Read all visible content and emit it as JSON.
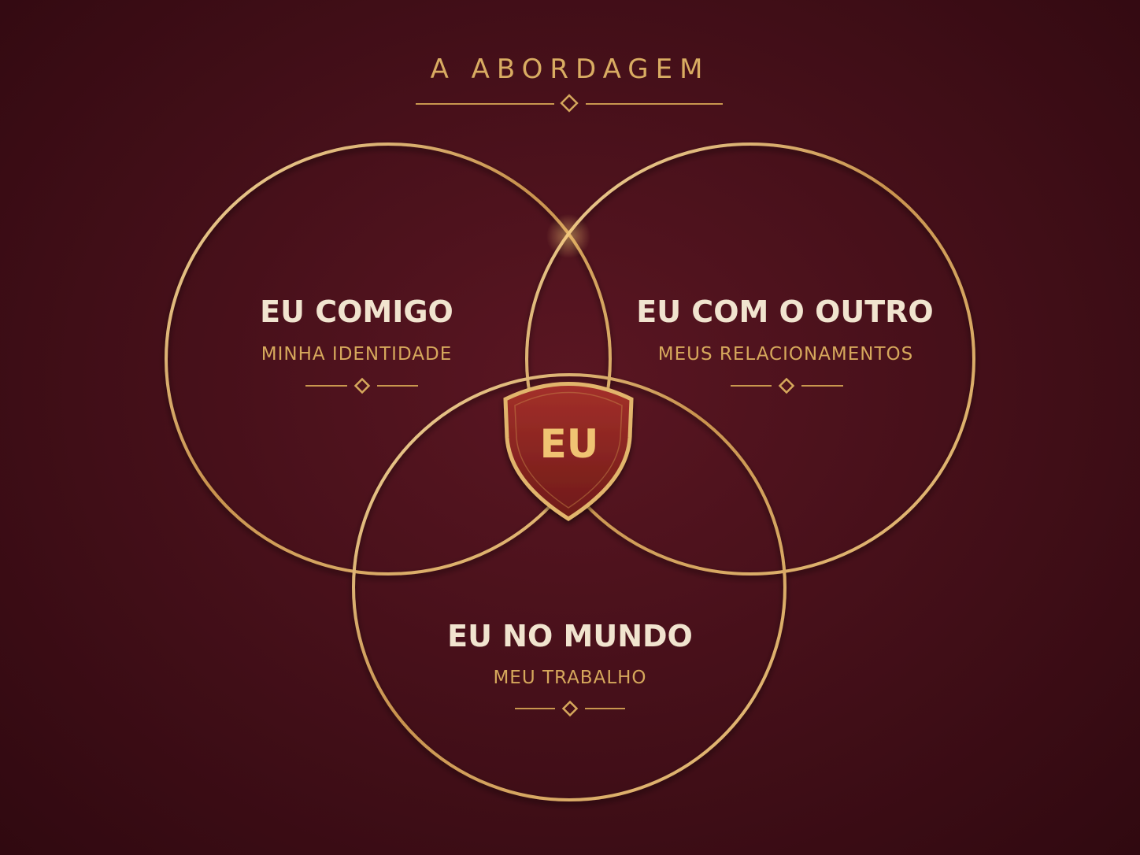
{
  "header": {
    "title": "A ABORDAGEM"
  },
  "circles": [
    {
      "title": "EU COMIGO",
      "subtitle": "MINHA IDENTIDADE"
    },
    {
      "title": "EU COM O OUTRO",
      "subtitle": "MEUS RELACIONAMENTOS"
    },
    {
      "title": "EU NO MUNDO",
      "subtitle": "MEU TRABALHO"
    }
  ],
  "center": {
    "label": "EU"
  },
  "colors": {
    "background": "#47101a",
    "gold": "#d6a85c",
    "shield": "#8e2520",
    "title_text": "#f1e4cf"
  }
}
